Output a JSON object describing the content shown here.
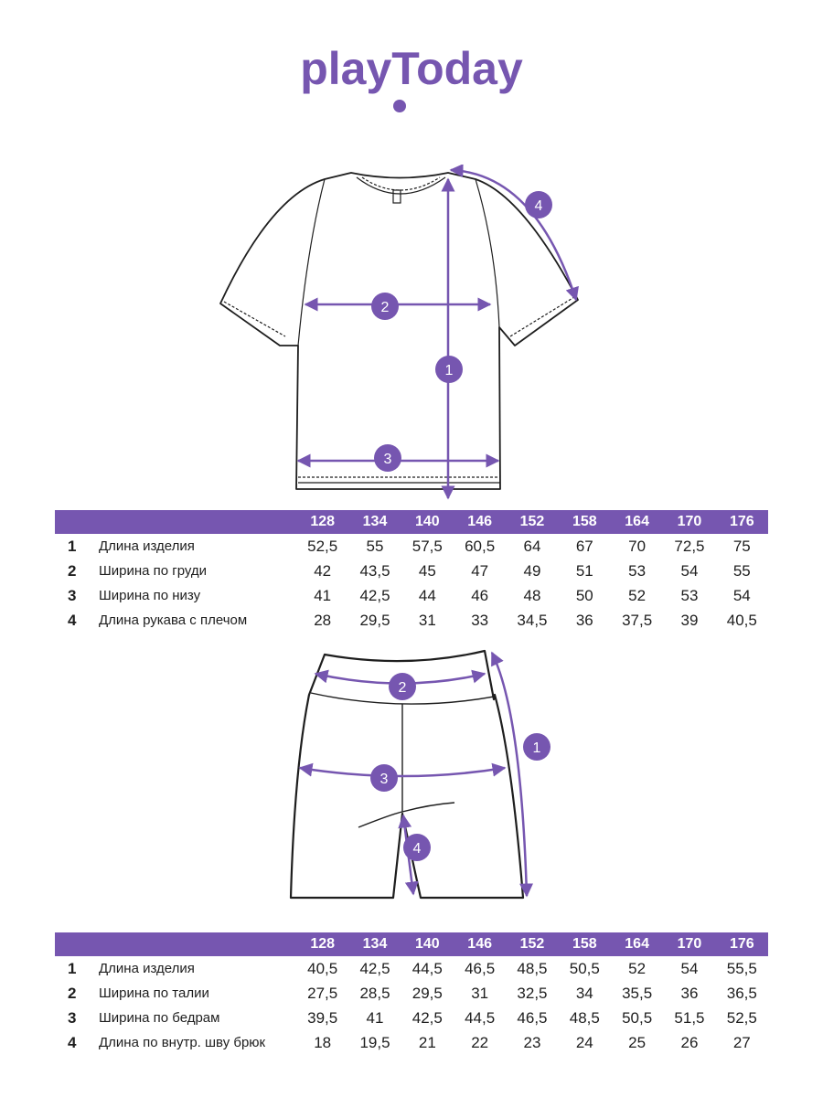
{
  "brand": {
    "name": "playToday",
    "accent_color": "#7656b0",
    "text_color": "#1e1e1e"
  },
  "shirt": {
    "markers": [
      "1",
      "2",
      "3",
      "4"
    ],
    "table": {
      "sizes": [
        "128",
        "134",
        "140",
        "146",
        "152",
        "158",
        "164",
        "170",
        "176"
      ],
      "rows": [
        {
          "num": "1",
          "label": "Длина изделия",
          "values": [
            "52,5",
            "55",
            "57,5",
            "60,5",
            "64",
            "67",
            "70",
            "72,5",
            "75"
          ]
        },
        {
          "num": "2",
          "label": "Ширина по груди",
          "values": [
            "42",
            "43,5",
            "45",
            "47",
            "49",
            "51",
            "53",
            "54",
            "55"
          ]
        },
        {
          "num": "3",
          "label": "Ширина по низу",
          "values": [
            "41",
            "42,5",
            "44",
            "46",
            "48",
            "50",
            "52",
            "53",
            "54"
          ]
        },
        {
          "num": "4",
          "label": "Длина рукава с плечом",
          "values": [
            "28",
            "29,5",
            "31",
            "33",
            "34,5",
            "36",
            "37,5",
            "39",
            "40,5"
          ]
        }
      ]
    }
  },
  "shorts": {
    "markers": [
      "1",
      "2",
      "3",
      "4"
    ],
    "table": {
      "sizes": [
        "128",
        "134",
        "140",
        "146",
        "152",
        "158",
        "164",
        "170",
        "176"
      ],
      "rows": [
        {
          "num": "1",
          "label": "Длина изделия",
          "values": [
            "40,5",
            "42,5",
            "44,5",
            "46,5",
            "48,5",
            "50,5",
            "52",
            "54",
            "55,5"
          ]
        },
        {
          "num": "2",
          "label": "Ширина по талии",
          "values": [
            "27,5",
            "28,5",
            "29,5",
            "31",
            "32,5",
            "34",
            "35,5",
            "36",
            "36,5"
          ]
        },
        {
          "num": "3",
          "label": "Ширина по бедрам",
          "values": [
            "39,5",
            "41",
            "42,5",
            "44,5",
            "46,5",
            "48,5",
            "50,5",
            "51,5",
            "52,5"
          ]
        },
        {
          "num": "4",
          "label": "Длина по внутр. шву брюк",
          "values": [
            "18",
            "19,5",
            "21",
            "22",
            "23",
            "24",
            "25",
            "26",
            "27"
          ]
        }
      ]
    }
  }
}
